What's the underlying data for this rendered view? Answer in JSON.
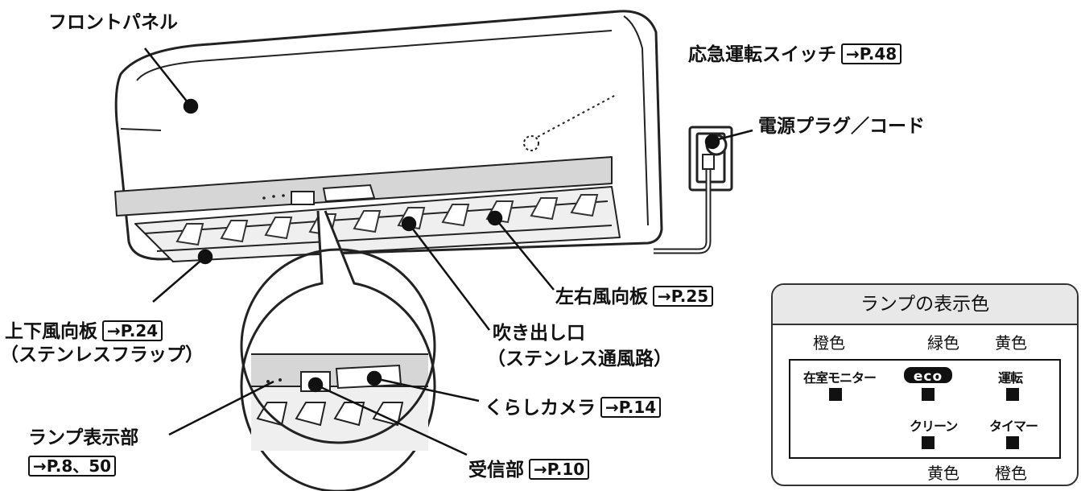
{
  "callouts": {
    "front_panel": "フロントパネル",
    "emergency_switch": "応急運転スイッチ",
    "emergency_switch_ref": "→P.48",
    "power_plug": "電源プラグ／コード",
    "lr_louver": "左右風向板",
    "lr_louver_ref": "→P.25",
    "ud_louver": "上下風向板",
    "ud_louver_ref": "→P.24",
    "ud_louver_sub": "（ステンレスフラップ）",
    "outlet": "吹き出し口",
    "outlet_sub": "（ステンレス通風路）",
    "camera": "くらしカメラ",
    "camera_ref": "→P.14",
    "lamp_display": "ランプ表示部",
    "lamp_display_ref": "→P.8、50",
    "receiver": "受信部",
    "receiver_ref": "→P.10"
  },
  "lamp_table": {
    "title": "ランプの表示色",
    "color_top_left": "橙色",
    "color_top_mid": "緑色",
    "color_top_right": "黄色",
    "color_bottom_mid": "黄色",
    "color_bottom_right": "橙色",
    "lamp_presence": "在室モニター",
    "lamp_eco": "eco",
    "lamp_run": "運転",
    "lamp_clean": "クリーン",
    "lamp_timer": "タイマー"
  }
}
